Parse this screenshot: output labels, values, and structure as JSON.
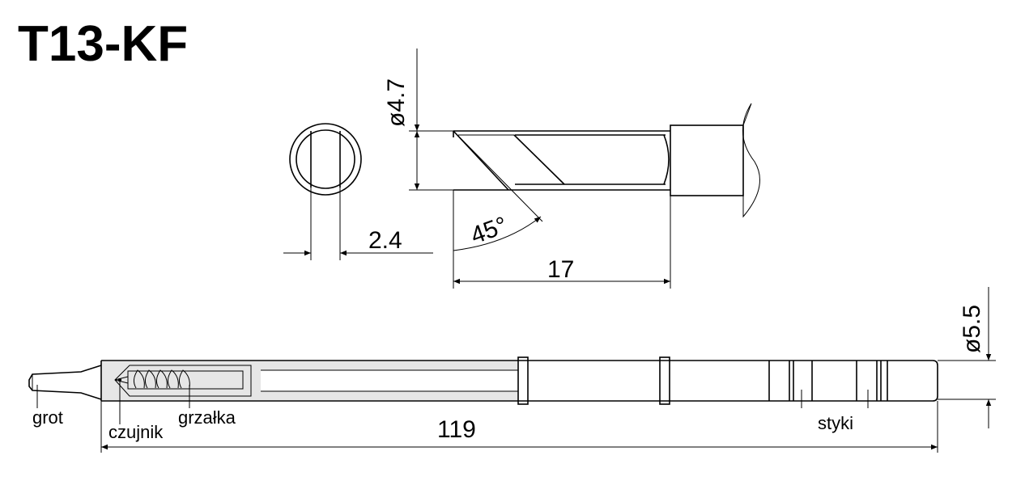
{
  "title": "T13-KF",
  "dimensions": {
    "diameter_tip": "ø4.7",
    "blade_width": "2.4",
    "angle": "45°",
    "tip_length": "17",
    "diameter_body": "ø5.5",
    "total_length": "119"
  },
  "labels": {
    "grot": "grot",
    "czujnik": "czujnik",
    "grzalka": "grzałka",
    "styki": "styki"
  },
  "colors": {
    "line": "#000000",
    "heater_fill": "#f5d5c0",
    "housing_fill": "#e6e6e6"
  }
}
